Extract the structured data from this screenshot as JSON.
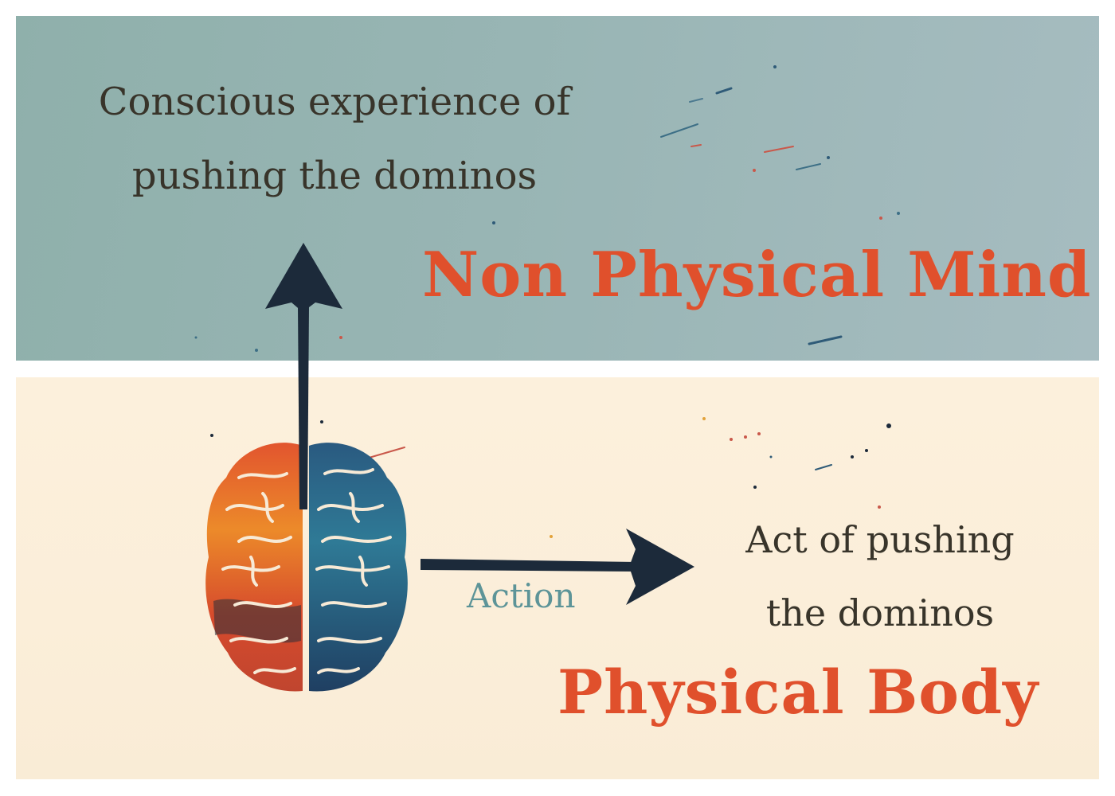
{
  "mind": {
    "caption_line1": "Conscious experience of",
    "caption_line2": "pushing the dominos",
    "title": "Non Physical Mind"
  },
  "body": {
    "caption_line1": "Act of pushing",
    "caption_line2": "the dominos",
    "title": "Physical Body"
  },
  "arrow_label": "Action",
  "colors": {
    "mind_panel": "#98b5b4",
    "body_panel": "#fbeed9",
    "title_accent": "#e0502c",
    "caption_text": "#38342a",
    "action_text": "#5d9498",
    "arrow": "#1c2a3a",
    "brain_left": "#e06a2e",
    "brain_right": "#2c5f7e"
  },
  "icons": [
    "brain-icon",
    "up-arrow-icon",
    "right-arrow-icon"
  ]
}
